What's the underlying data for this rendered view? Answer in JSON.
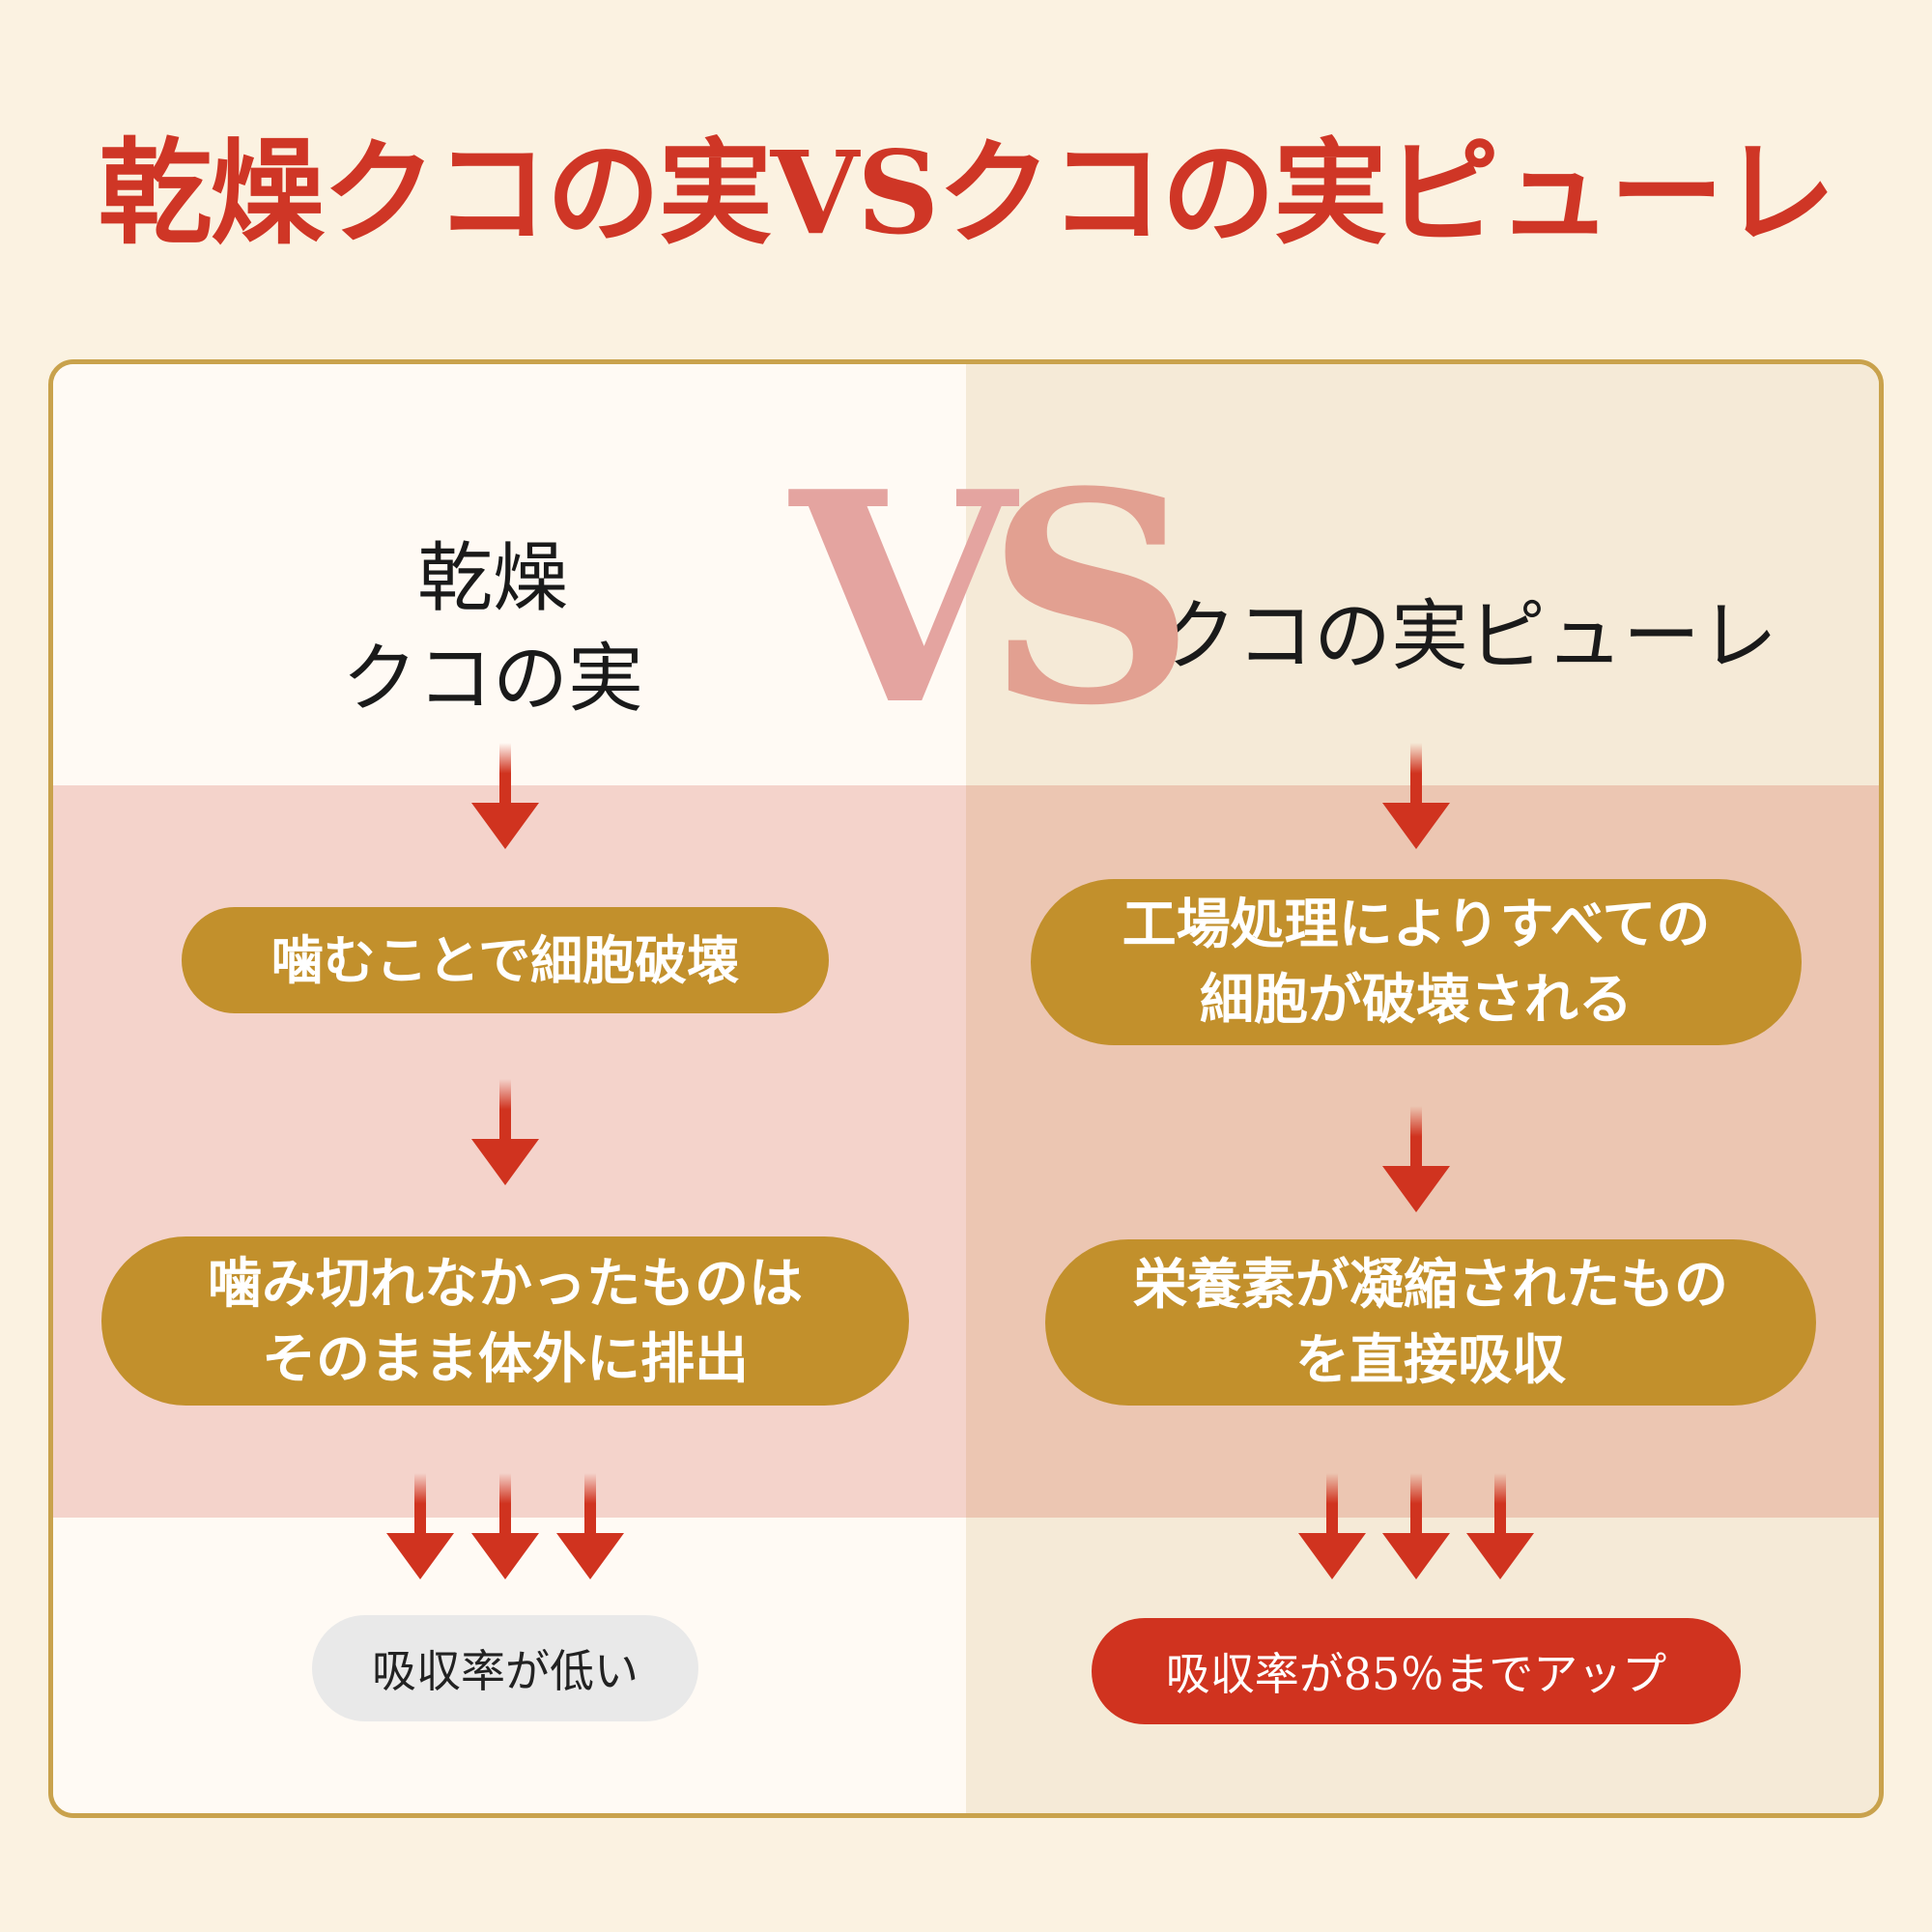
{
  "title": "乾燥クコの実VSクコの実ピューレ",
  "vs": {
    "v": "V",
    "s": "S"
  },
  "left": {
    "heading": "乾燥\nクコの実",
    "step1": "噛むことで細胞破壊",
    "step2": "噛み切れなかったものは\nそのまま体外に排出",
    "result": "吸収率が低い"
  },
  "right": {
    "heading": "クコの実ピューレ",
    "step1": "工場処理によりすべての\n細胞が破壊される",
    "step2": "栄養素が凝縮されたもの\nを直接吸収",
    "result": "吸収率が85％までアップ"
  },
  "colors": {
    "title": "#cf3626",
    "pill": "#c2902c",
    "arrow": "#d0331f",
    "frame": "#c9a24c"
  }
}
